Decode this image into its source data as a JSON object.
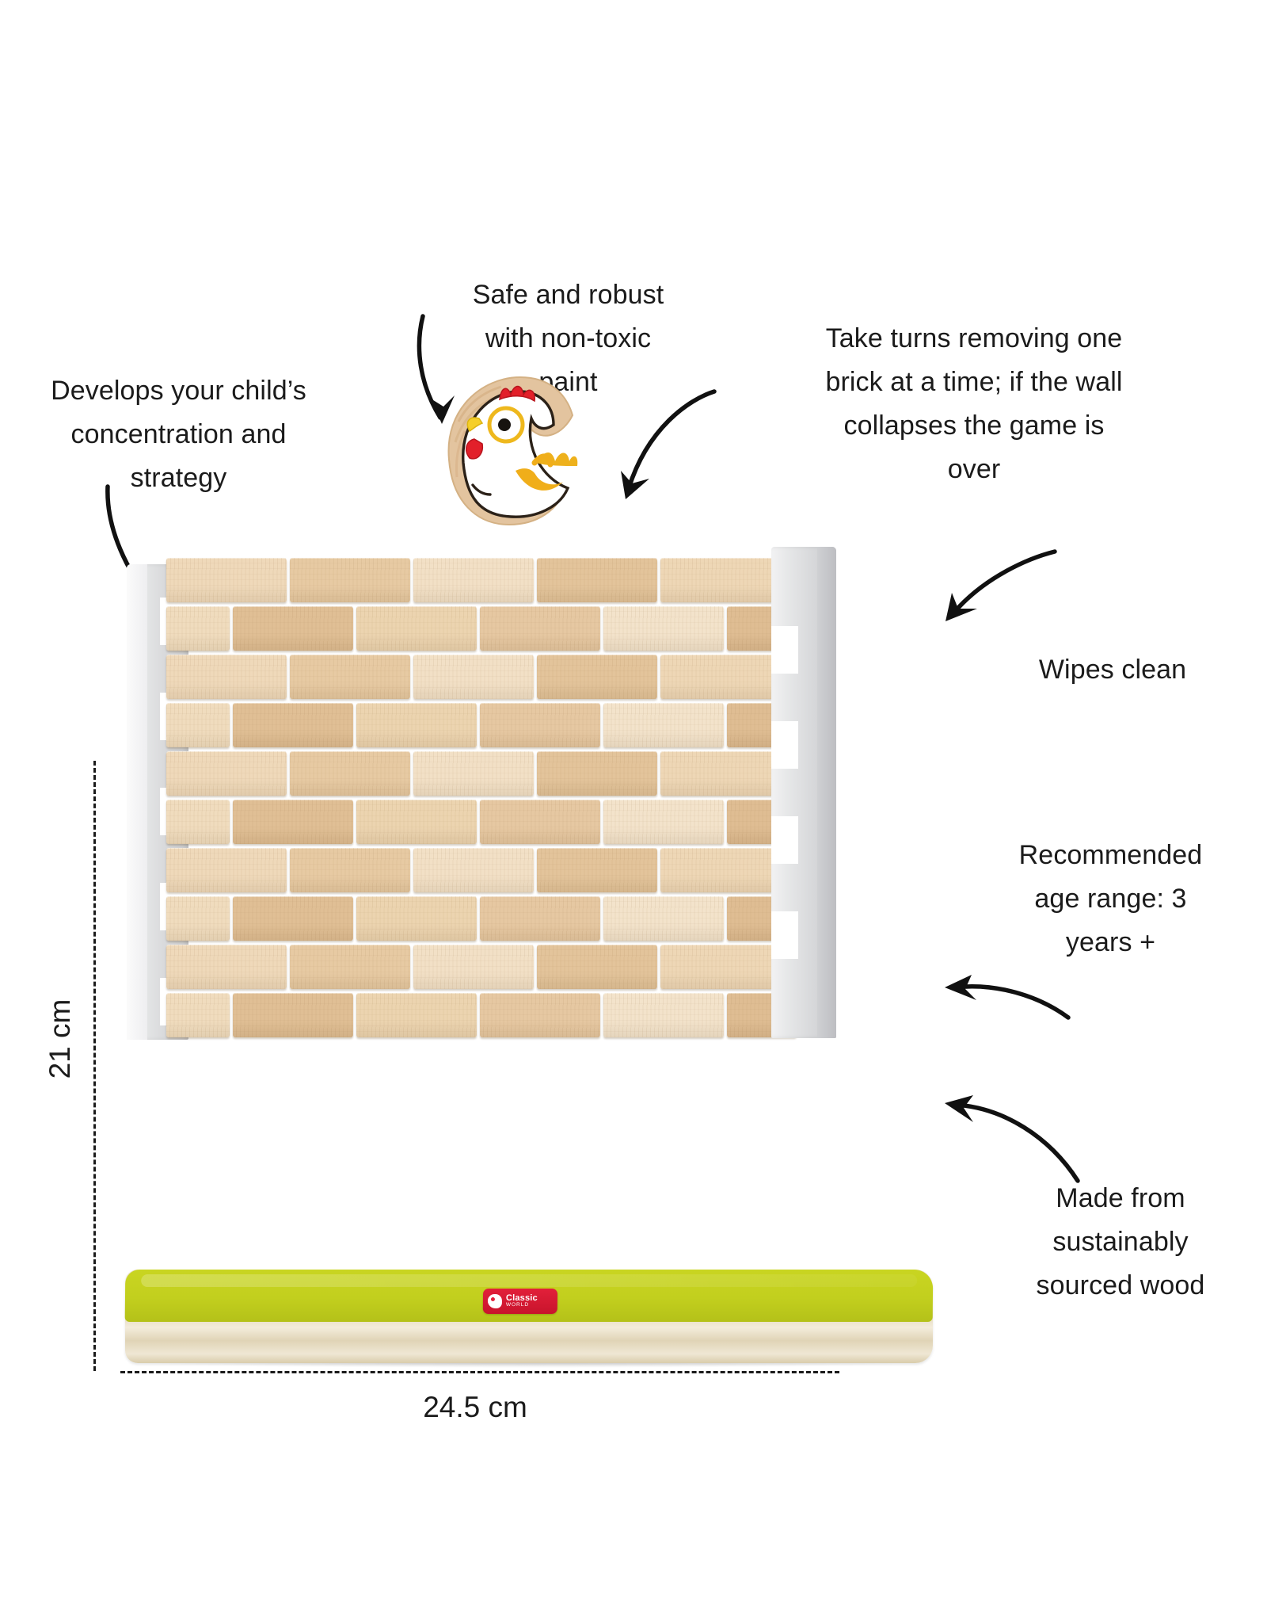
{
  "product": {
    "name": "Wooden brick wall balancing game",
    "brand_logo_text": "Classic",
    "brand_logo_subtext": "WORLD",
    "brand_logo_color": "#d6182f",
    "base_color": "#c5d11f",
    "post_color": "#e3e4e6",
    "brick_color": "#e8c9a0"
  },
  "callouts": [
    {
      "id": "concentration",
      "text": "Develops your child’s concentration and strategy",
      "lines": [
        "Develops your child’s",
        "concentration and",
        "strategy"
      ]
    },
    {
      "id": "non-toxic-paint",
      "text": "Safe and robust with non-toxic paint",
      "lines": [
        "Safe and robust",
        "with non-toxic",
        "paint"
      ]
    },
    {
      "id": "gameplay",
      "text": "Take turns removing one brick at a time; if the wall collapses the game is over",
      "lines": [
        "Take turns removing one",
        "brick at a time; if the wall",
        "collapses the game is",
        "over"
      ]
    },
    {
      "id": "wipes-clean",
      "text": "Wipes clean",
      "lines": [
        "Wipes clean"
      ]
    },
    {
      "id": "age-range",
      "text": "Recommended age range: 3 years +",
      "lines": [
        "Recommended",
        "age range: 3",
        "years +"
      ]
    },
    {
      "id": "sustainable-wood",
      "text": "Made from sustainably sourced wood",
      "lines": [
        "Made from",
        "sustainably",
        "sourced wood"
      ]
    }
  ],
  "dimensions": {
    "height_label": "21 cm",
    "width_label": "24.5 cm"
  },
  "wall": {
    "rows": 10,
    "bricks_per_row_alternating": [
      5,
      5,
      5,
      5,
      5,
      5,
      5,
      5,
      5,
      5
    ]
  }
}
